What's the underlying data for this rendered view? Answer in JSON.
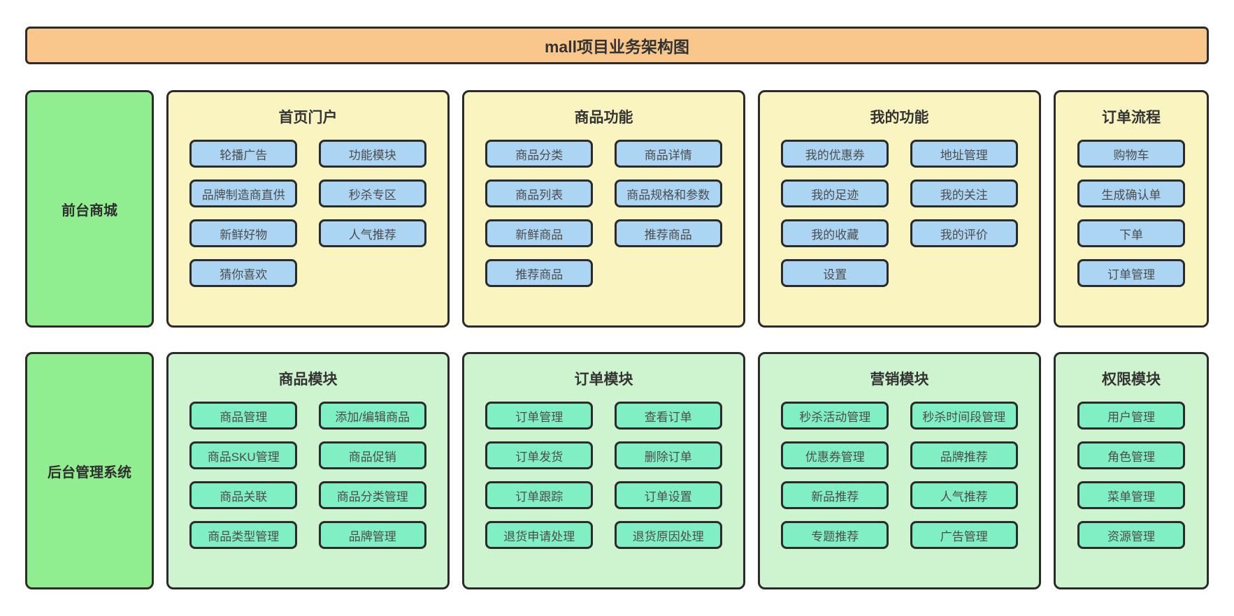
{
  "diagram": {
    "title": "mall项目业务架构图",
    "colors": {
      "banner_bg": "#f9c78b",
      "front_panel_bg": "#faf5c0",
      "front_button_bg": "#abd5f2",
      "side_box_bg": "#90ee90",
      "back_panel_bg": "#cdf4ce",
      "back_button_bg": "#80efc4",
      "border": "#2b2b2b"
    },
    "rows": [
      {
        "side_label": "前台商城",
        "panels": [
          {
            "title": "首页门户",
            "buttons": [
              "轮播广告",
              "功能模块",
              "品牌制造商直供",
              "秒杀专区",
              "新鲜好物",
              "人气推荐",
              "猜你喜欢"
            ]
          },
          {
            "title": "商品功能",
            "buttons": [
              "商品分类",
              "商品详情",
              "商品列表",
              "商品规格和参数",
              "新鲜商品",
              "推荐商品",
              "推荐商品"
            ]
          },
          {
            "title": "我的功能",
            "buttons": [
              "我的优惠券",
              "地址管理",
              "我的足迹",
              "我的关注",
              "我的收藏",
              "我的评价",
              "设置"
            ]
          },
          {
            "title": "订单流程",
            "buttons": [
              "购物车",
              "生成确认单",
              "下单",
              "订单管理"
            ]
          }
        ]
      },
      {
        "side_label": "后台管理系统",
        "panels": [
          {
            "title": "商品模块",
            "buttons": [
              "商品管理",
              "添加/编辑商品",
              "商品SKU管理",
              "商品促销",
              "商品关联",
              "商品分类管理",
              "商品类型管理",
              "品牌管理"
            ]
          },
          {
            "title": "订单模块",
            "buttons": [
              "订单管理",
              "查看订单",
              "订单发货",
              "删除订单",
              "订单跟踪",
              "订单设置",
              "退货申请处理",
              "退货原因处理"
            ]
          },
          {
            "title": "营销模块",
            "buttons": [
              "秒杀活动管理",
              "秒杀时间段管理",
              "优惠券管理",
              "品牌推荐",
              "新品推荐",
              "人气推荐",
              "专题推荐",
              "广告管理"
            ]
          },
          {
            "title": "权限模块",
            "buttons": [
              "用户管理",
              "角色管理",
              "菜单管理",
              "资源管理"
            ]
          }
        ]
      }
    ]
  }
}
